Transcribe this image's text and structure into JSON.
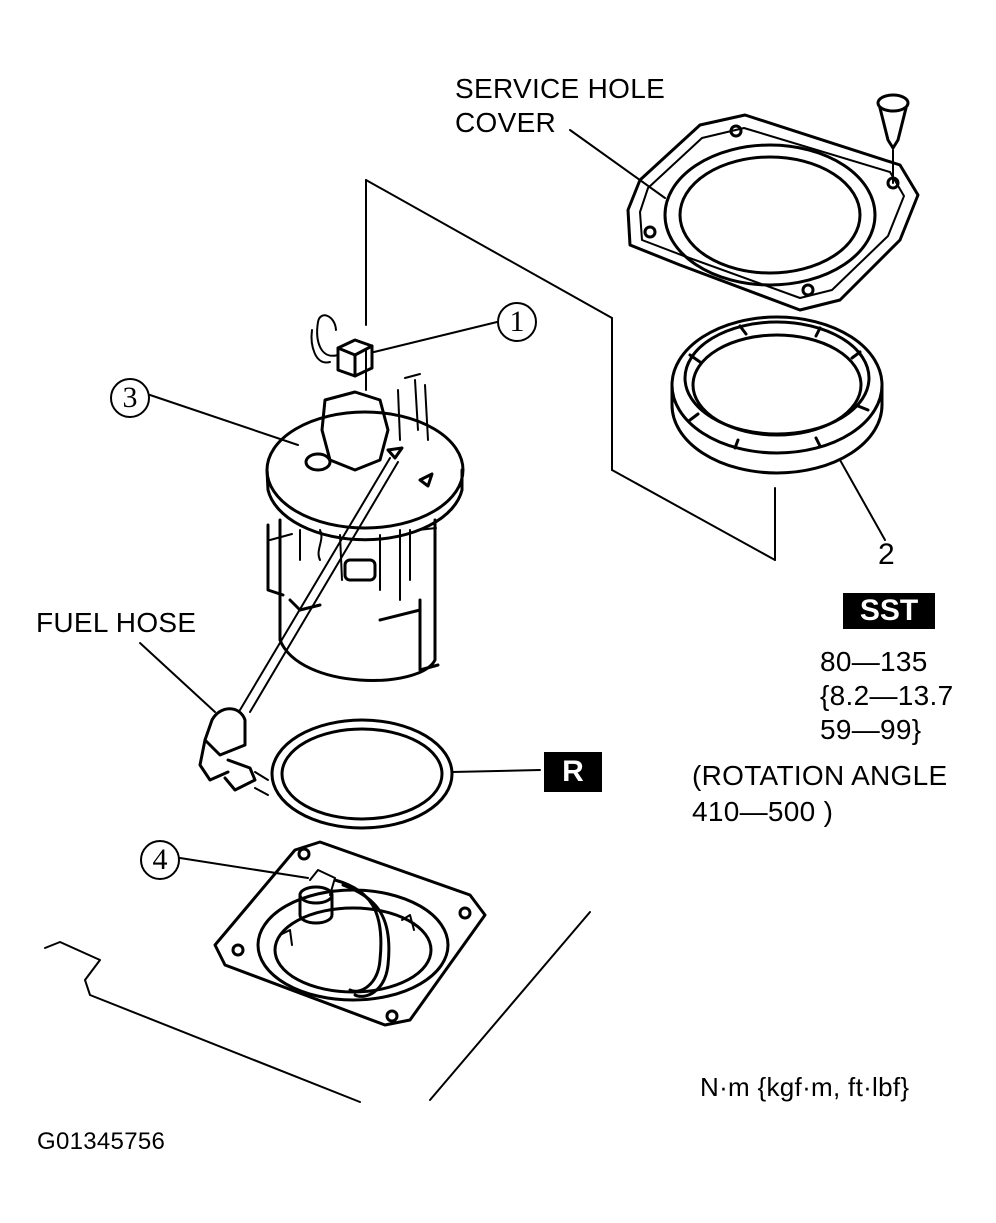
{
  "labels": {
    "service_hole_cover_line1": "SERVICE HOLE",
    "service_hole_cover_line2": "COVER",
    "fuel_hose": "FUEL HOSE",
    "callout_1": "1",
    "callout_2": "2",
    "callout_3": "3",
    "callout_4": "4",
    "sst": "SST",
    "r_badge": "R",
    "torque_line1": "80—135",
    "torque_line2": "{8.2—13.7",
    "torque_line3": "59—99}",
    "rotation_line1": "(ROTATION ANGLE",
    "rotation_line2": "410—500  )",
    "units": "N·m {kgf·m, ft·lbf}",
    "figure_id": "G01345756"
  }
}
